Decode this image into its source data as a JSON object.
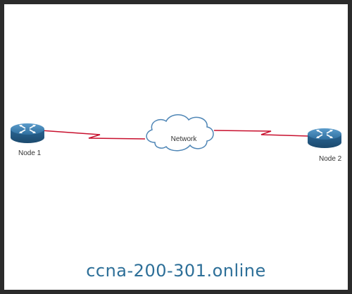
{
  "diagram": {
    "nodes": [
      {
        "id": "node1",
        "label": "Node 1",
        "type": "router-icon"
      },
      {
        "id": "network",
        "label": "Network",
        "type": "cloud-icon"
      },
      {
        "id": "node2",
        "label": "Node 2",
        "type": "router-icon"
      }
    ],
    "links": [
      {
        "from": "node1",
        "to": "network",
        "type": "serial"
      },
      {
        "from": "network",
        "to": "node2",
        "type": "serial"
      }
    ]
  },
  "watermark": {
    "text": "ccna-200-301.online"
  },
  "colors": {
    "frame": "#2b2b2b",
    "background": "#ffffff",
    "serial_link": "#c8102e",
    "router": "#2f6f9f",
    "cloud_stroke": "#4f86b6",
    "watermark": "#2d6f98"
  }
}
